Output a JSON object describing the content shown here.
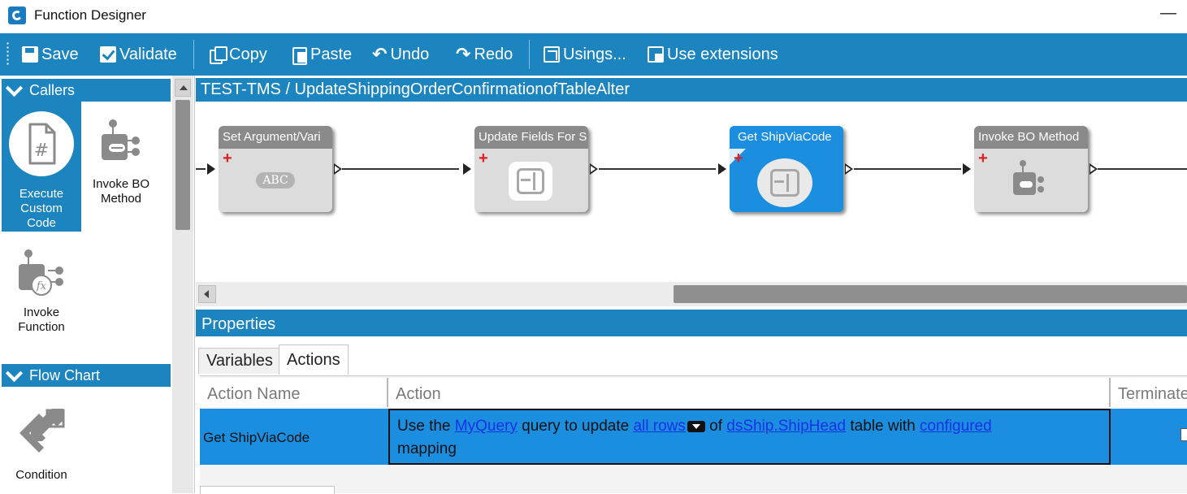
{
  "window": {
    "title": "Function Designer",
    "minimize_label": "—"
  },
  "toolbar": {
    "save": "Save",
    "validate": "Validate",
    "copy": "Copy",
    "paste": "Paste",
    "undo": "Undo",
    "redo": "Redo",
    "usings": "Usings...",
    "use_extensions": "Use extensions"
  },
  "palette": {
    "sections": [
      {
        "title": "Callers",
        "items": [
          "Execute Custom Code",
          "Invoke BO Method",
          "Invoke Function"
        ]
      },
      {
        "title": "Flow Chart",
        "items": [
          "Condition"
        ]
      }
    ],
    "selected_item": "Execute Custom Code"
  },
  "designer": {
    "breadcrumb": "TEST-TMS / UpdateShippingOrderConfirmationofTableAlter",
    "nodes": [
      {
        "title": "Set Argument/Vari",
        "icon": "abc-icon",
        "badge": "ABC",
        "active": false
      },
      {
        "title": "Update Fields For S",
        "icon": "update-fields-icon",
        "active": false
      },
      {
        "title": "Get ShipViaCode",
        "icon": "update-fields-icon",
        "active": true
      },
      {
        "title": "Invoke BO Method",
        "icon": "bo-method-icon",
        "active": false
      }
    ],
    "accent_color": "#1c84be",
    "selected_color": "#1c8ee0"
  },
  "properties": {
    "header": "Properties",
    "tabs": [
      "Variables",
      "Actions"
    ],
    "active_tab": "Actions",
    "columns": [
      "Action Name",
      "Action",
      "Terminate"
    ],
    "rows": [
      {
        "action_name": "Get ShipViaCode",
        "action": {
          "t1": "Use the ",
          "link_query": "MyQuery",
          "t2": " query to update ",
          "link_rows": "all rows",
          "t3": " of ",
          "link_table": "dsShip.ShipHead",
          "t4": " table with ",
          "link_mapping": "configured",
          "t5": " mapping"
        }
      }
    ]
  }
}
